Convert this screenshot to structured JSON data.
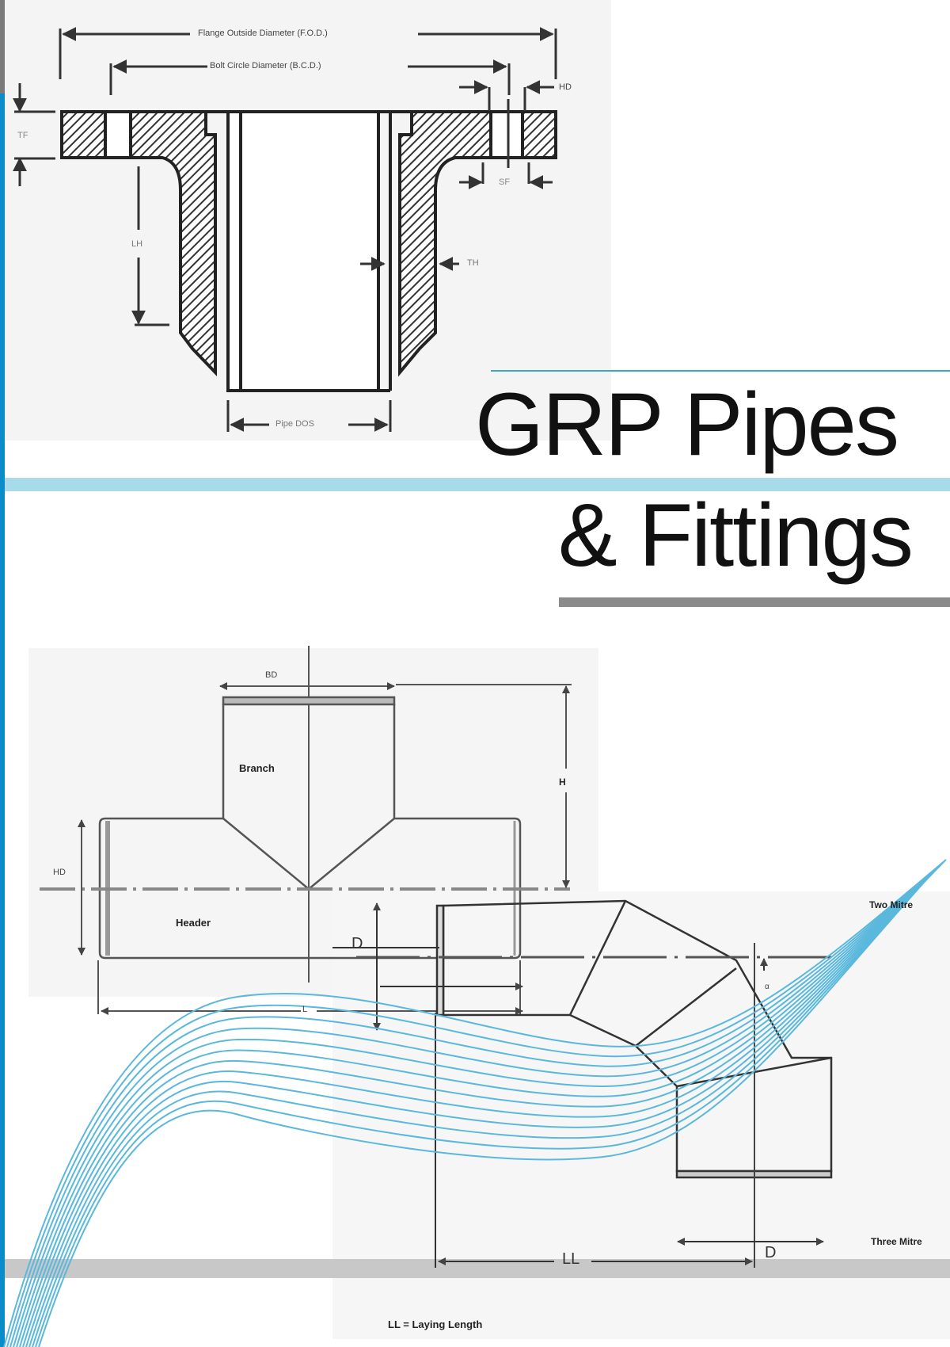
{
  "page": {
    "title_line_1": "GRP Pipes",
    "title_line_2": "& Fittings"
  },
  "colors": {
    "accent_blue": "#0a8cc9",
    "light_blue_band": "#a8dbea",
    "wave_blue": "#5ab8dc",
    "gray_rule": "#8a8a8a",
    "bottom_gray_band": "#c8c8c8"
  },
  "flange_diagram": {
    "labels": {
      "fod": "Flange Outside Diameter (F.O.D.)",
      "bcd": "Bolt Circle Diameter (B.C.D.)",
      "hd": "HD",
      "tf": "TF",
      "sf": "SF",
      "lh": "LH",
      "th": "TH",
      "pipe_dos": "Pipe DOS"
    }
  },
  "tee_diagram": {
    "labels": {
      "bd": "BD",
      "branch": "Branch",
      "h": "H",
      "hd": "HD",
      "header": "Header",
      "l": "L"
    }
  },
  "mitre_diagram": {
    "labels": {
      "d_left": "D",
      "two_mitre": "Two Mitre",
      "three_mitre": "Three Mitre",
      "ll": "LL",
      "d_bottom": "D",
      "angle": "α",
      "legend": "LL = Laying Length"
    }
  }
}
